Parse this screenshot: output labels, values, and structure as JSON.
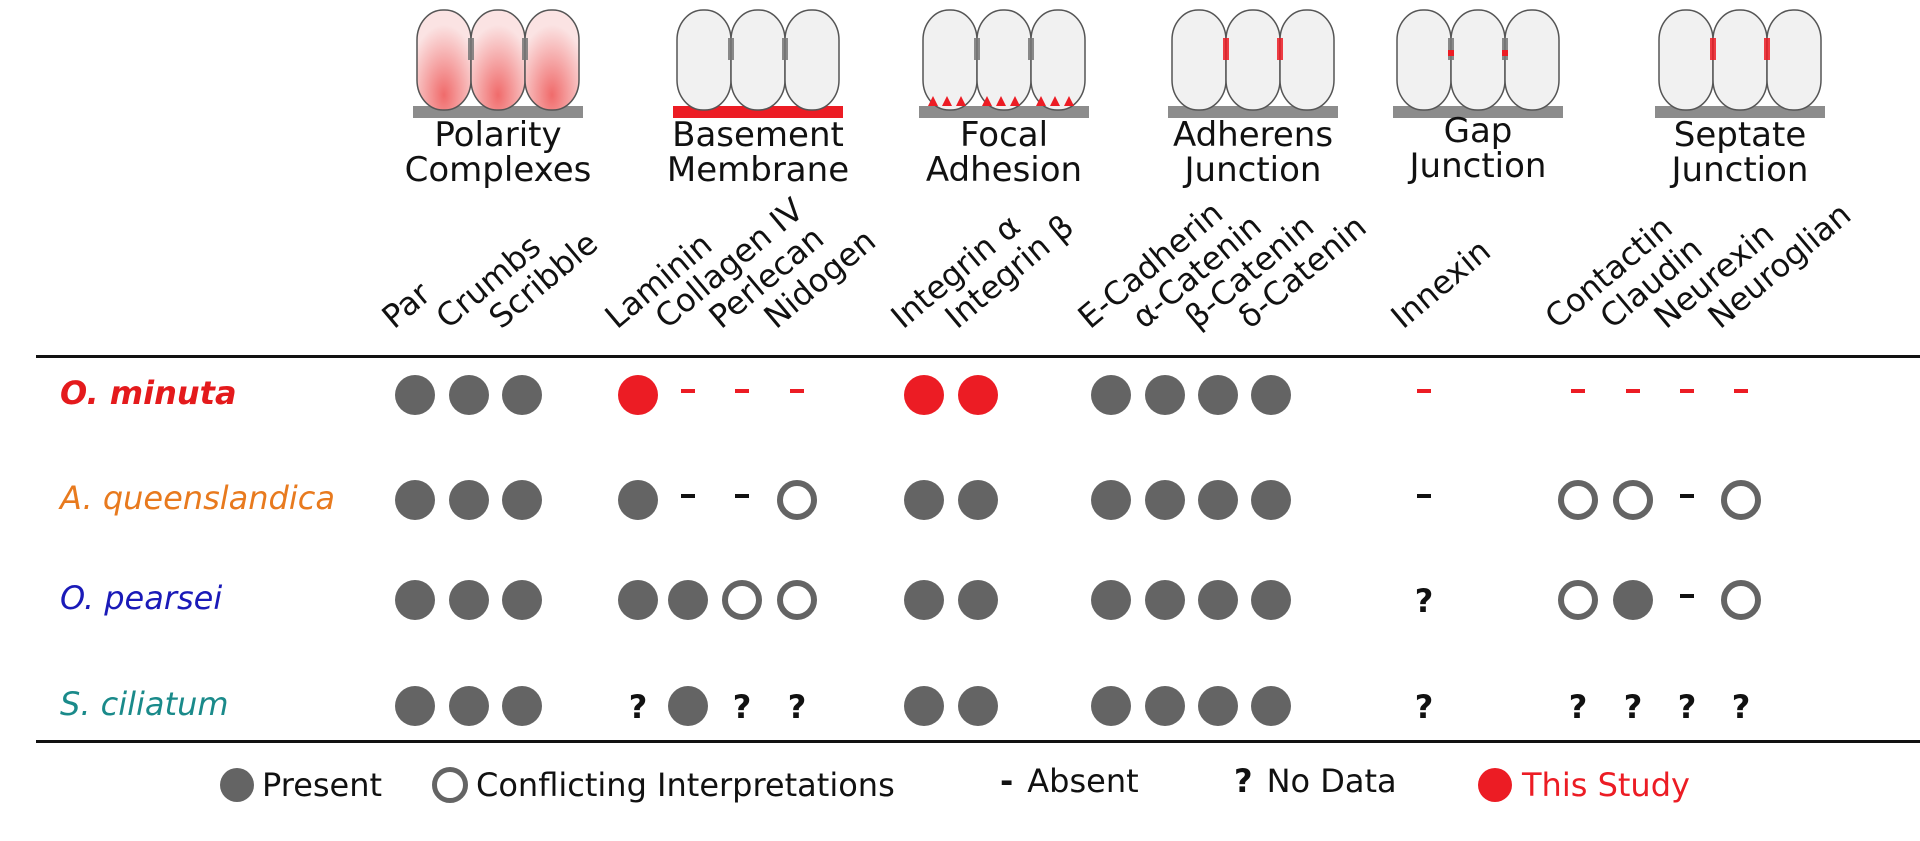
{
  "colors": {
    "present": "#646464",
    "this_study": "#ec1c24",
    "absent_default": "#111111",
    "species_minuta": "#e41a1c",
    "species_queenslandica": "#e87a1e",
    "species_pearsei": "#1a1ab8",
    "species_ciliatum": "#1a8a8a"
  },
  "groups": [
    {
      "title_lines": [
        "Polarity",
        "Complexes"
      ],
      "icon": "epithelium-polarity-icon"
    },
    {
      "title_lines": [
        "Basement",
        "Membrane"
      ],
      "icon": "epithelium-basement-membrane-icon"
    },
    {
      "title_lines": [
        "Focal",
        "Adhesion"
      ],
      "icon": "epithelium-focal-adhesion-icon"
    },
    {
      "title_lines": [
        "Adherens",
        "Junction"
      ],
      "icon": "epithelium-adherens-junction-icon"
    },
    {
      "title_lines": [
        "Gap",
        "Junction"
      ],
      "icon": "epithelium-gap-junction-icon"
    },
    {
      "title_lines": [
        "Septate",
        "Junction"
      ],
      "icon": "epithelium-septate-junction-icon"
    }
  ],
  "genes": [
    [
      "Par",
      "Crumbs",
      "Scribble"
    ],
    [
      "Laminin",
      "Collagen IV",
      "Perlecan",
      "Nidogen"
    ],
    [
      "Integrin α",
      "Integrin β"
    ],
    [
      "E-Cadherin",
      "α-Catenin",
      "β-Catenin",
      "δ-Catenin"
    ],
    [
      "Innexin"
    ],
    [
      "Contactin",
      "Claudin",
      "Neurexin",
      "Neuroglian"
    ]
  ],
  "species": [
    {
      "name": "O. minuta",
      "color_key": "species_minuta",
      "bold": true,
      "states": [
        [
          "S",
          "S",
          "S"
        ],
        [
          "R",
          "A",
          "A",
          "A"
        ],
        [
          "R",
          "R"
        ],
        [
          "P",
          "P",
          "P",
          "P"
        ],
        [
          "A"
        ],
        [
          "A",
          "A",
          "A",
          "A"
        ]
      ]
    },
    {
      "name": "A. queenslandica",
      "color_key": "species_queenslandica",
      "bold": false,
      "states": [
        [
          "P",
          "P",
          "P"
        ],
        [
          "P",
          "A",
          "A",
          "C"
        ],
        [
          "P",
          "P"
        ],
        [
          "P",
          "P",
          "P",
          "P"
        ],
        [
          "A"
        ],
        [
          "C",
          "C",
          "A",
          "C"
        ]
      ]
    },
    {
      "name": "O. pearsei",
      "color_key": "species_pearsei",
      "bold": false,
      "states": [
        [
          "P",
          "P",
          "P"
        ],
        [
          "P",
          "P",
          "C",
          "C"
        ],
        [
          "P",
          "P"
        ],
        [
          "P",
          "P",
          "P",
          "P"
        ],
        [
          "N"
        ],
        [
          "C",
          "P",
          "A",
          "C"
        ]
      ]
    },
    {
      "name": "S. ciliatum",
      "color_key": "species_ciliatum",
      "bold": false,
      "states": [
        [
          "P",
          "P",
          "P"
        ],
        [
          "N",
          "P",
          "N",
          "N"
        ],
        [
          "P",
          "P"
        ],
        [
          "P",
          "P",
          "P",
          "P"
        ],
        [
          "N"
        ],
        [
          "N",
          "N",
          "N",
          "N"
        ]
      ]
    }
  ],
  "legend": {
    "present": "Present",
    "conflicting": "Conflicting Interpretations",
    "absent_symbol": "-",
    "absent": "Absent",
    "nodata_symbol": "?",
    "nodata": "No Data",
    "this_study": "This Study"
  }
}
